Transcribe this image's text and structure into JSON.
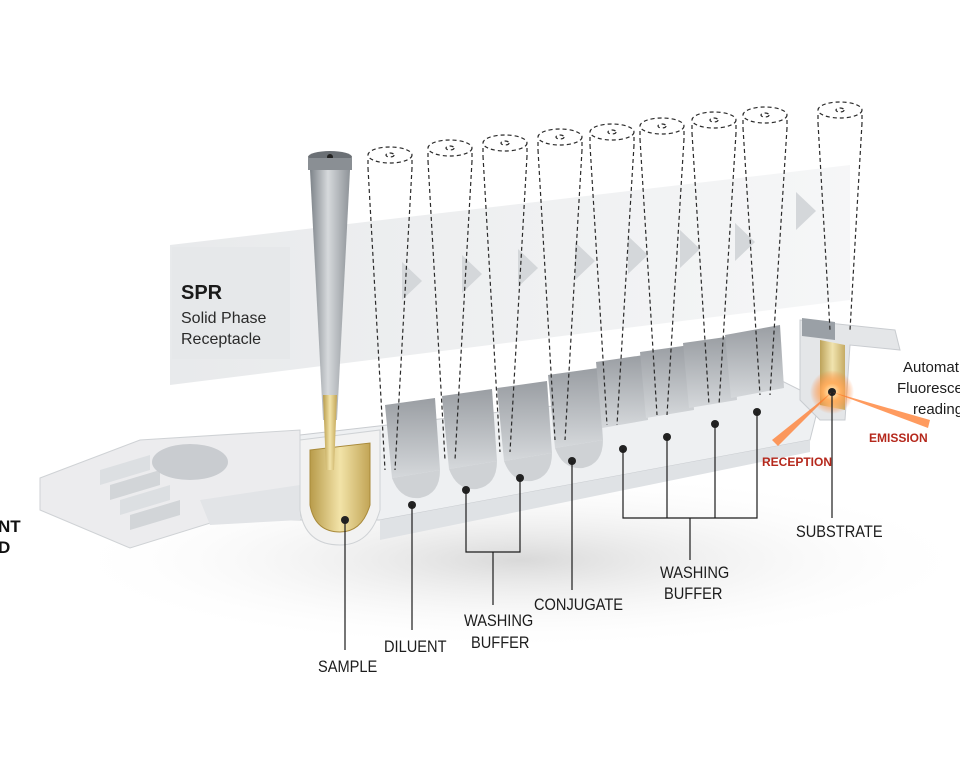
{
  "spr": {
    "title": "SPR",
    "line1": "Solid Phase",
    "line2": "Receptacle"
  },
  "labels": {
    "sample": "SAMPLE",
    "diluent": "DILUENT",
    "washing_buffer_1_line1": "WASHING",
    "washing_buffer_1_line2": "BUFFER",
    "conjugate": "CONJUGATE",
    "washing_buffer_2_line1": "WASHING",
    "washing_buffer_2_line2": "BUFFER",
    "substrate": "SUBSTRATE",
    "reception": "RECEPTION",
    "emission": "EMISSION"
  },
  "automated": {
    "line1": "Automat",
    "line2": "Fluoresce",
    "line3": "reading"
  },
  "left_edge": {
    "line1": "NT",
    "line2": "D"
  },
  "colors": {
    "gold": "#d4b86a",
    "gold_dark": "#a98a3a",
    "steel": "#9aa0a6",
    "glow": "#ff7a2a",
    "red_label": "#b5281c"
  }
}
